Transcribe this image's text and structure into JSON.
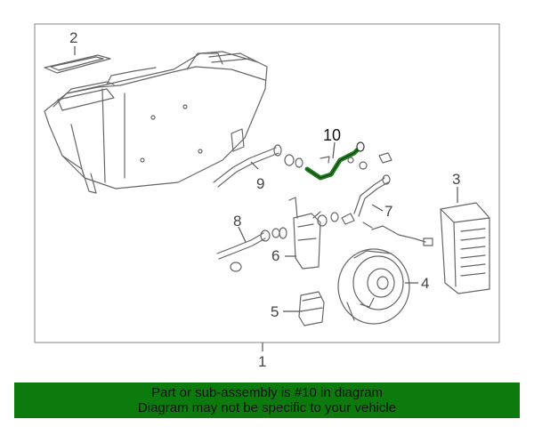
{
  "callouts": {
    "c1": "1",
    "c2": "2",
    "c3": "3",
    "c4": "4",
    "c5": "5",
    "c6": "6",
    "c7": "7",
    "c8": "8",
    "c9": "9",
    "c10": "10"
  },
  "banner": {
    "line1": "Part or sub-assembly is #10 in diagram",
    "line2": "Diagram may not be specific to your vehicle"
  },
  "colors": {
    "highlight": "#1f7a1f",
    "banner": "#0d7a0d",
    "border": "#999999"
  }
}
